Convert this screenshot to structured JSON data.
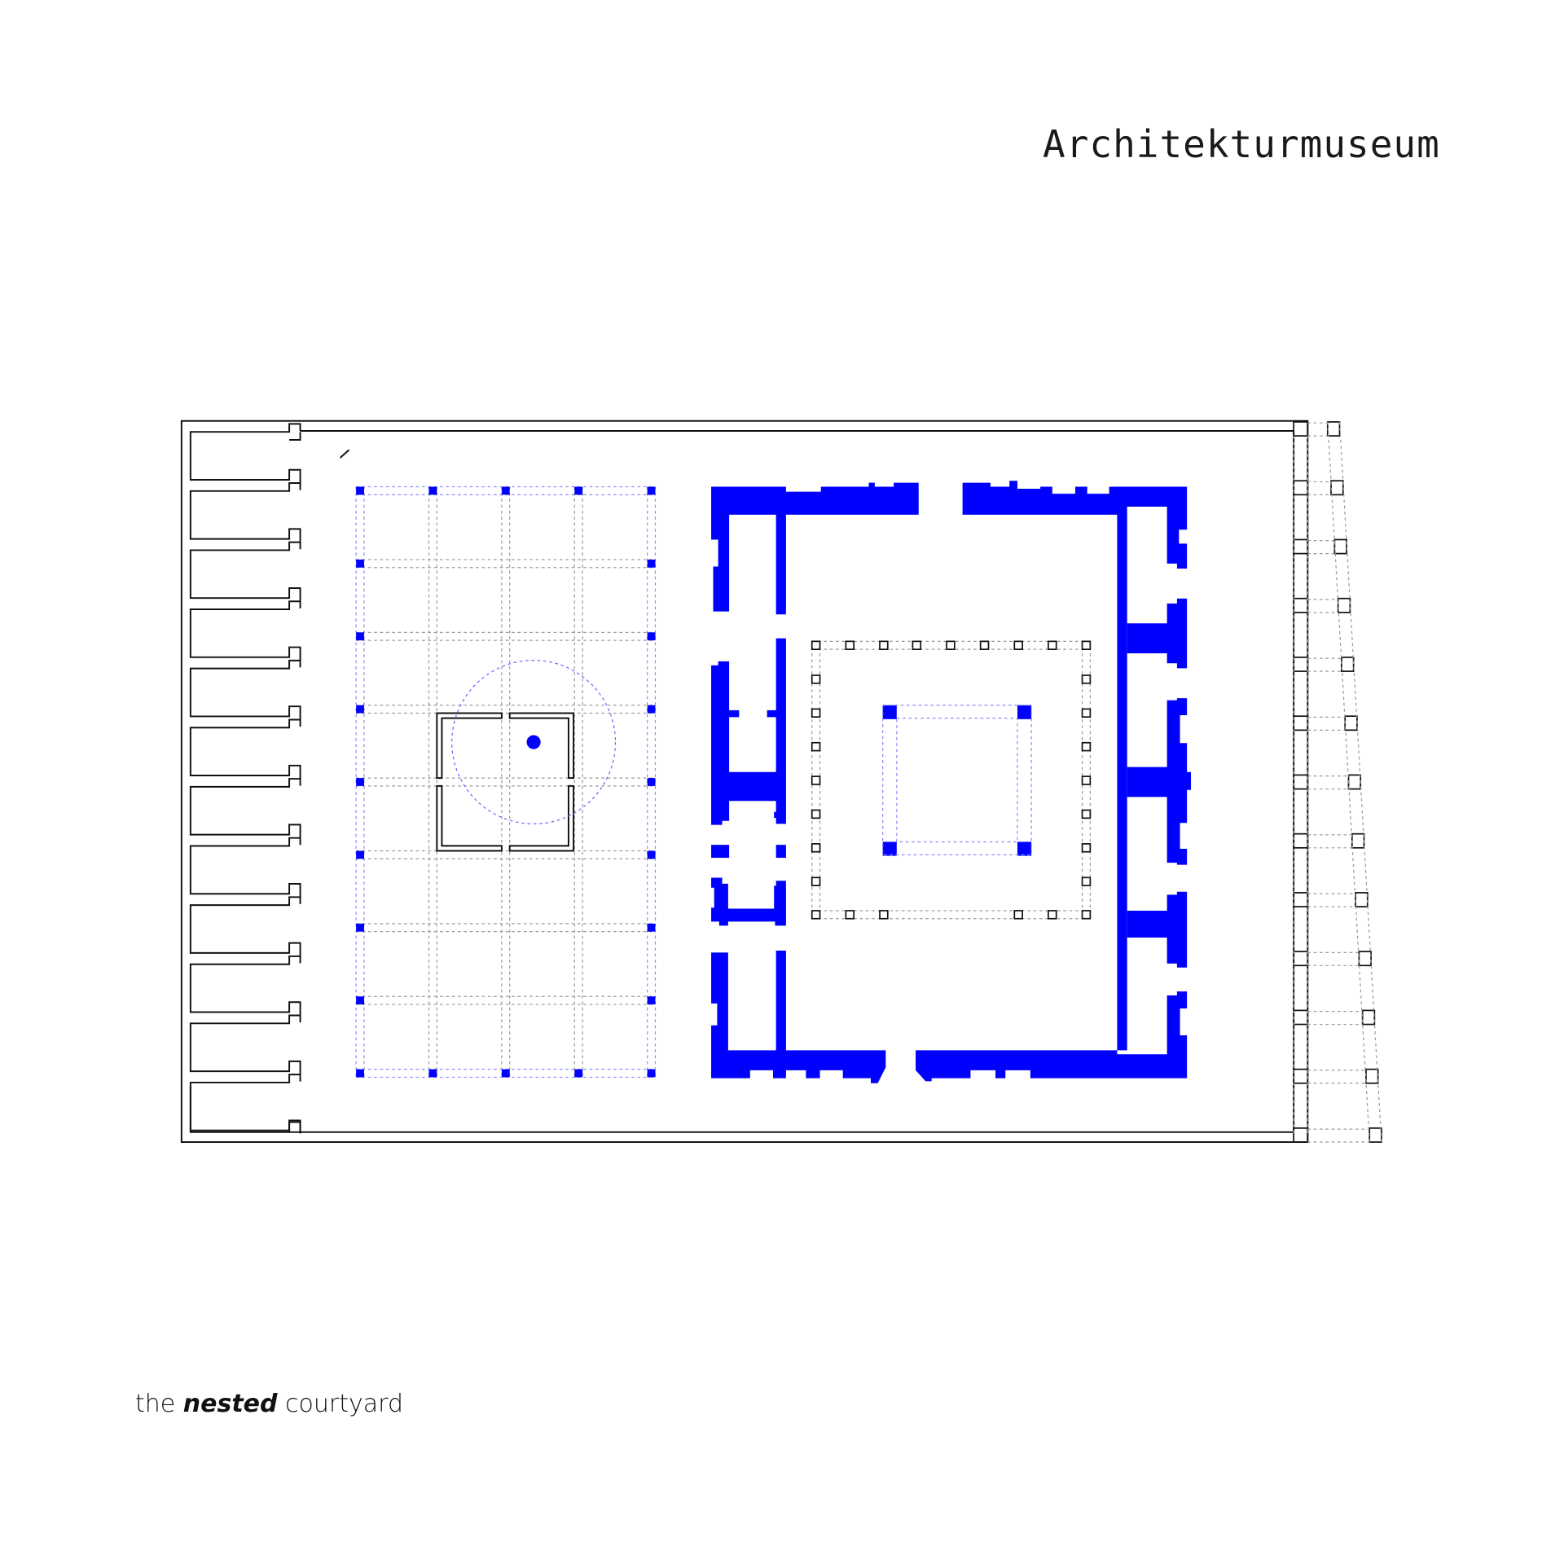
{
  "title": "Architekturmuseum",
  "caption": {
    "pre": "the",
    "emph": "nested",
    "post": "courtyard"
  },
  "colors": {
    "accent": "#0000ff",
    "ink": "#111111",
    "guide": "#9a9a9a"
  }
}
